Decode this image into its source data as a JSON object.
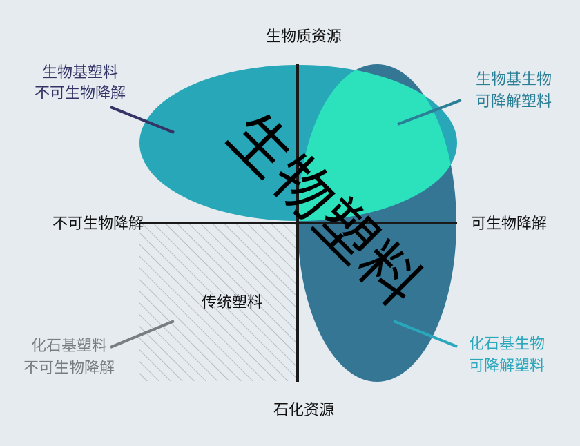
{
  "axes": {
    "top": "生物质资源",
    "bottom": "石化资源",
    "left": "不可生物降解",
    "right": "可生物降解"
  },
  "quadrants": {
    "top_left": {
      "line1": "生物基塑料",
      "line2": "不可生物降解"
    },
    "top_right": {
      "line1": "生物基生物",
      "line2": "可降解塑料"
    },
    "bottom_left": {
      "line1": "化石基塑料",
      "line2": "不可生物降解"
    },
    "bottom_right": {
      "line1": "化石基生物",
      "line2": "可降解塑料"
    }
  },
  "regions": {
    "traditional": "传统塑料",
    "bioplastics": "生物塑料"
  },
  "colors": {
    "background": "#e6ebf0",
    "bio_nondegradable": "#27a7b7",
    "bio_degradable": "#2be2bc",
    "fossil_degradable": "#347694",
    "traditional_hatch": "#b7bcc1",
    "label_top_left": "#333366",
    "label_top_right": "#2a7f96",
    "label_bottom_left": "#787d82",
    "label_bottom_right": "#2aa7bb"
  }
}
